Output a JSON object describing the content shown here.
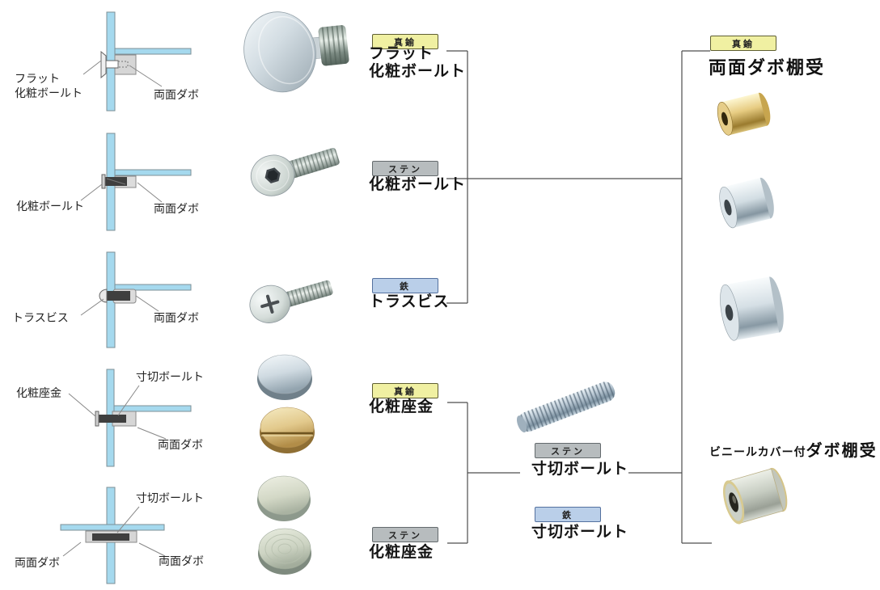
{
  "schematics": {
    "flat_bolt": {
      "part_line1": "フラット",
      "part_line2": "化粧ボールト",
      "dowel": "両面ダボ"
    },
    "bolt": {
      "part": "化粧ボールト",
      "dowel": "両面ダボ"
    },
    "truss": {
      "part": "トラスビス",
      "dowel": "両面ダボ"
    },
    "washer": {
      "washer": "化粧座金",
      "rod": "寸切ボールト",
      "dowel": "両面ダボ"
    },
    "cross": {
      "rod": "寸切ボールト",
      "dowel_left": "両面ダボ",
      "dowel_right": "両面ダボ"
    }
  },
  "center": {
    "flat_bolt": {
      "badge": "真鍮",
      "name_line1": "フラット",
      "name_line2": "化粧ボールト"
    },
    "hex_bolt": {
      "badge": "ステン",
      "name": "化粧ボールト"
    },
    "truss_screw": {
      "badge": "鉄",
      "name": "トラスビス"
    },
    "washer_brass": {
      "badge": "真鍮",
      "name": "化粧座金"
    },
    "rod_stainless": {
      "badge": "ステン",
      "name": "寸切ボールト"
    },
    "rod_iron": {
      "badge": "鉄",
      "name": "寸切ボールト"
    },
    "washer_stainless": {
      "badge": "ステン",
      "name": "化粧座金"
    }
  },
  "right": {
    "dowel_shelf": {
      "badge": "真鍮",
      "name": "両面ダボ棚受"
    },
    "vinyl_shelf": {
      "name_prefix": "ビニールカバー付",
      "name_main": "ダボ棚受"
    }
  },
  "colors": {
    "panel_blue": "#a5d9ee",
    "dowel_gray": "#d6d6d6",
    "connector_line": "#4d4d4d",
    "badge_brass_bg": "#f0f0a2",
    "badge_stainless_bg": "#b7bcbe",
    "badge_iron_bg": "#bacfe9"
  }
}
